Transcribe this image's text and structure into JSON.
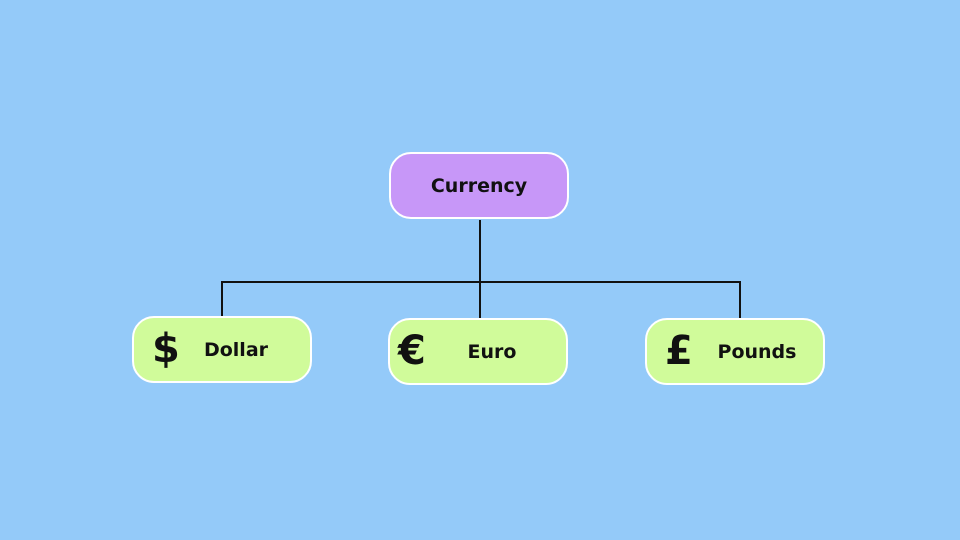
{
  "root": {
    "label": "Currency"
  },
  "children": [
    {
      "label": "Dollar",
      "icon": "$",
      "icon_name": "dollar-icon"
    },
    {
      "label": "Euro",
      "icon": "€",
      "icon_name": "euro-icon"
    },
    {
      "label": "Pounds",
      "icon": "£",
      "icon_name": "pound-icon"
    }
  ],
  "colors": {
    "background": "#94caf9",
    "root": "#c797f8",
    "leaf": "#d0fb9a"
  }
}
